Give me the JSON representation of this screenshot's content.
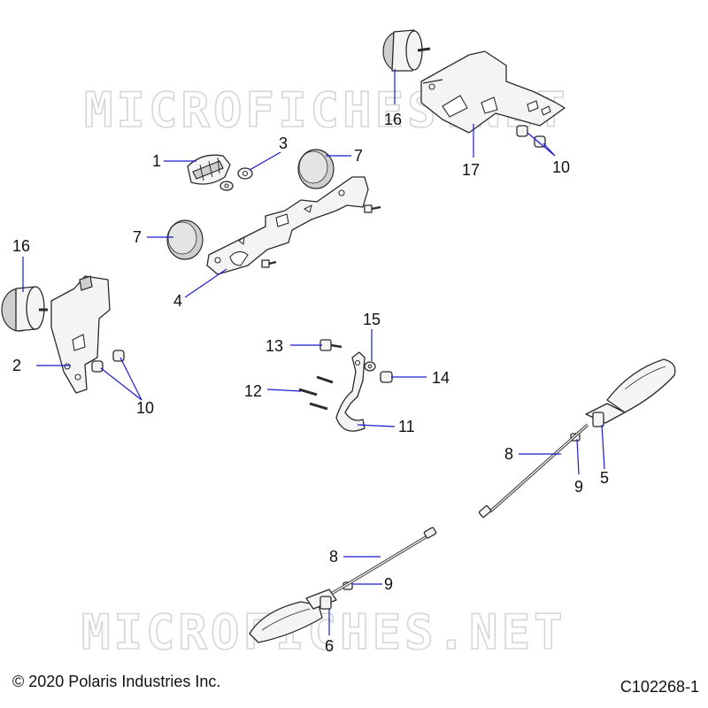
{
  "watermark": "MICROFICHES.NET",
  "footer": {
    "copyright": "© 2020 Polaris Industries Inc.",
    "diagram_code": "C102268-1"
  },
  "callouts": {
    "c1": "1",
    "c2": "2",
    "c3": "3",
    "c4": "4",
    "c5": "5",
    "c6": "6",
    "c7a": "7",
    "c7b": "7",
    "c8a": "8",
    "c8b": "8",
    "c9a": "9",
    "c9b": "9",
    "c10a": "10",
    "c10b": "10",
    "c11": "11",
    "c12": "12",
    "c13": "13",
    "c14": "14",
    "c15": "15",
    "c16a": "16",
    "c16b": "16",
    "c17": "17"
  }
}
